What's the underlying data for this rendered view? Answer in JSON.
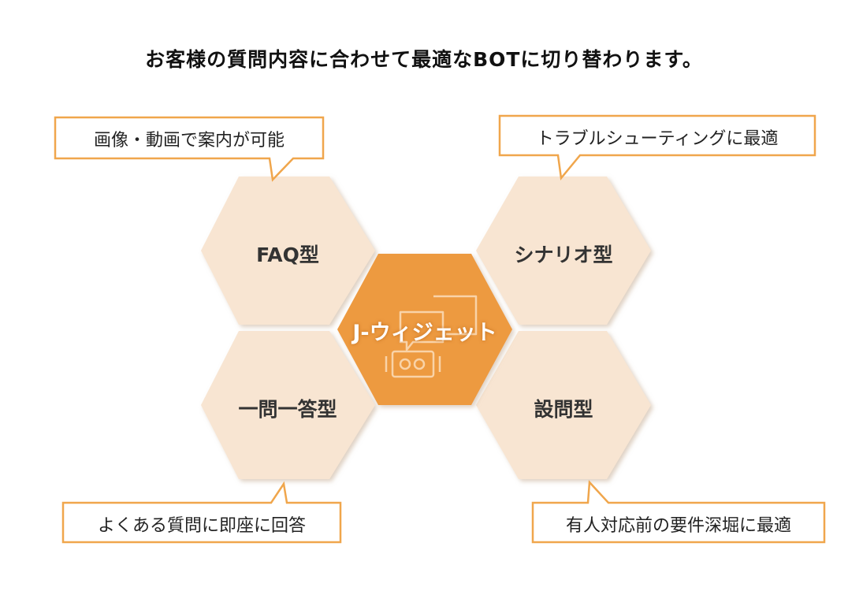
{
  "title": "お客様の質問内容に合わせて最適なBOTに切り替わります。",
  "center": {
    "label": "J-ウィジェット",
    "icon": "chat-bot-icon"
  },
  "hexagons": [
    {
      "label": "FAQ型"
    },
    {
      "label": "シナリオ型"
    },
    {
      "label": "一問一答型"
    },
    {
      "label": "設問型"
    }
  ],
  "callouts": [
    {
      "text": "画像・動画で案内が可能"
    },
    {
      "text": "トラブルシューティングに最適"
    },
    {
      "text": "よくある質問に即座に回答"
    },
    {
      "text": "有人対応前の要件深堀に最適"
    }
  ],
  "colors": {
    "hex_fill": "#f8e5d2",
    "hex_shadow": "#e2cbb4",
    "center_fill": "#ed9a3f",
    "callout_border": "#f0a64c"
  }
}
